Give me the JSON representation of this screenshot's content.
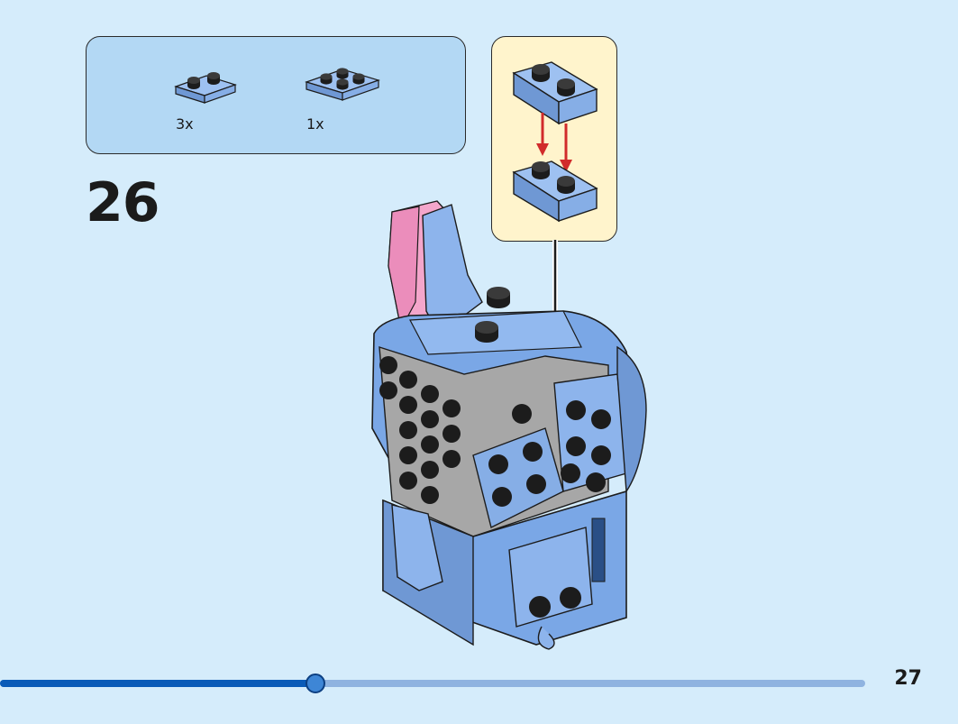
{
  "step": {
    "number": "26"
  },
  "parts": [
    {
      "name": "plate-1x2",
      "qty": "3x"
    },
    {
      "name": "plate-2x2",
      "qty": "1x"
    }
  ],
  "page": {
    "number": "27"
  },
  "progress": {
    "fraction": 0.365
  },
  "colors": {
    "background": "#d5ecfb",
    "parts_box": "#b3d8f4",
    "callout": "#fff4cc",
    "brick_blue": "#7aa7e6",
    "stud_black": "#1c1c1c",
    "ear_pink": "#f4a6cb",
    "arrow_red": "#d12b2b",
    "progress_fill": "#0a5bb8",
    "progress_track": "#8fb3e0"
  }
}
